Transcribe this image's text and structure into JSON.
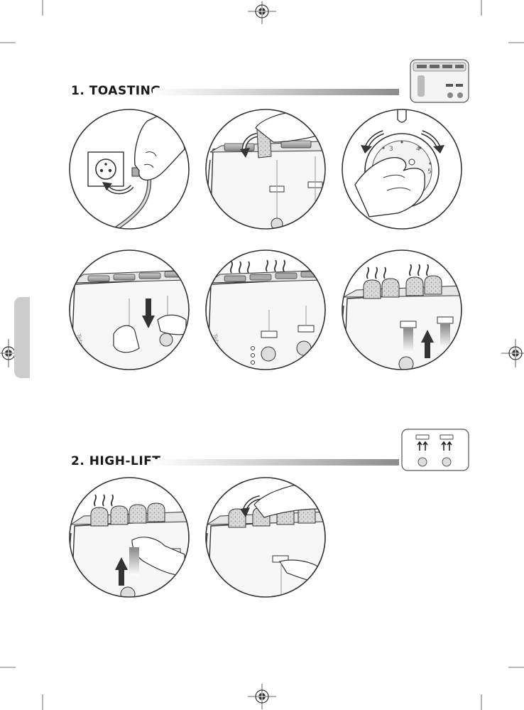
{
  "sections": [
    {
      "title": "1. TOASTING"
    },
    {
      "title": "2. HIGH-LIFT"
    }
  ],
  "brand_text": "Tefal",
  "dial_numbers": [
    "3",
    "4",
    "5"
  ],
  "colors": {
    "line": "#333333",
    "bar_dark": "#8c8c8c",
    "sidebar_tab": "#cccccc"
  }
}
